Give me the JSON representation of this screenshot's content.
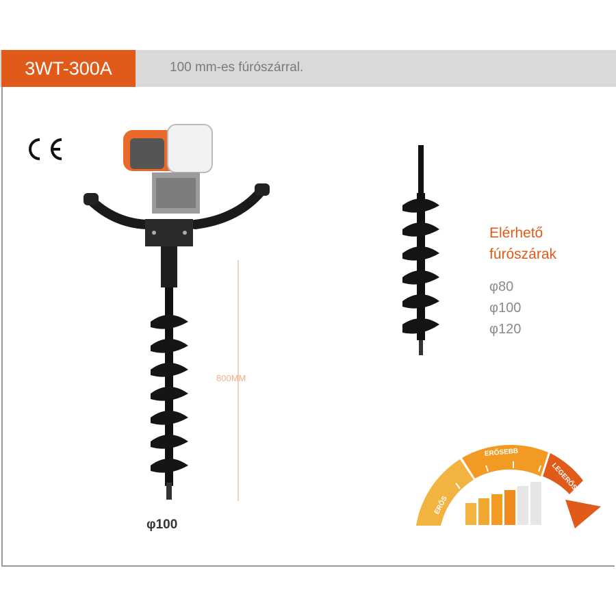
{
  "header": {
    "model": "3WT-300A",
    "subtitle": "100 mm-es fúrószárral."
  },
  "product": {
    "length_label": "800MM",
    "diameter_label": "φ100"
  },
  "augers": {
    "title_line1": "Elérhető",
    "title_line2": "fúrószárak",
    "sizes": [
      "φ80",
      "φ100",
      "φ120"
    ]
  },
  "power_scale": {
    "levels": [
      "ERŐS",
      "ERŐSEBB",
      "LEGERŐSEBB"
    ],
    "colors": [
      "#f2b340",
      "#f39a22",
      "#e05a1a"
    ]
  },
  "colors": {
    "accent": "#e05a1a",
    "header_bg": "#d9d9d9"
  }
}
